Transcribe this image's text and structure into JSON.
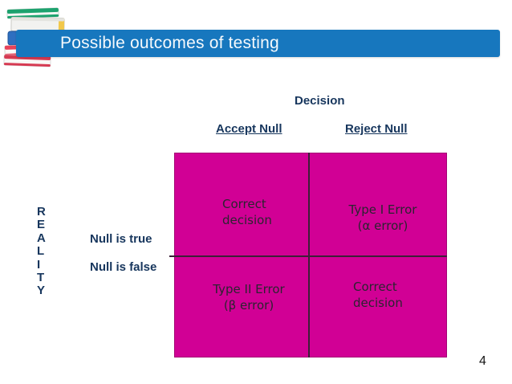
{
  "slide": {
    "title": "Possible outcomes of testing",
    "page_number": "4"
  },
  "colors": {
    "title_bar_blue": "#1777be",
    "matrix_magenta": "#d10095",
    "label_navy": "#17365d",
    "divider_dark": "#3c2038"
  },
  "icons": {
    "books": "book-stack-icon"
  },
  "matrix": {
    "top_axis_label": "Decision",
    "col_headers": {
      "accept": "Accept Null",
      "reject": "Reject Null"
    },
    "left_axis_vertical": "R\nE\nA\nL\nI\nT\nY",
    "row_headers": {
      "true": "Null is true",
      "false": "Null is false"
    },
    "cells": {
      "top_left": {
        "line1": "Correct",
        "line2": "decision"
      },
      "top_right": {
        "line1": "Type I Error",
        "line2": "(α error)"
      },
      "bottom_left": {
        "line1": "Type II Error",
        "line2": "(β error)"
      },
      "bottom_right": {
        "line1": "Correct",
        "line2": "decision"
      }
    }
  }
}
